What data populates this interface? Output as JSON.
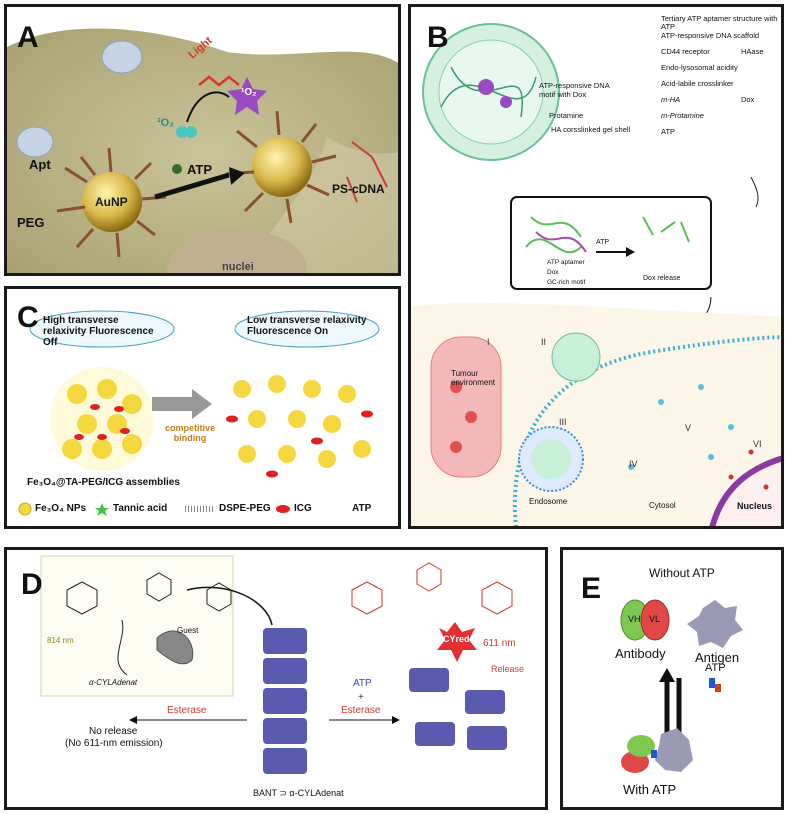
{
  "panels": {
    "A": {
      "label": "A",
      "light": "Light",
      "singlet_oxygen": "¹O₂",
      "triplet_oxygen": "³O₂",
      "apt": "Apt",
      "peg": "PEG",
      "aunp": "AuNP",
      "atp": "ATP",
      "ps_cdna": "PS-cDNA",
      "nuclei": "nuclei"
    },
    "B": {
      "label": "B",
      "legend": [
        "Tertiary ATP aptamer structure with ATP",
        "ATP-responsive DNA scaffold",
        "CD44 receptor",
        "HAase",
        "Endo-lysosomal acidity",
        "Acid-labile crosslinker",
        "m-HA",
        "Dox",
        "m-Protamine",
        "ATP"
      ],
      "callouts": {
        "dox_motif": "ATP-responsive DNA motif with Dox",
        "protamine": "Protamine",
        "gel_shell": "HA corsslinked gel shell"
      },
      "inset": {
        "atp": "ATP",
        "aptamer": "ATP aptamer",
        "dox": "Dox",
        "gc_motif": "GC-rich motif",
        "release": "Dox release"
      },
      "steps": [
        "I",
        "II",
        "III",
        "IV",
        "V",
        "VI"
      ],
      "tumour": "Tumour environment",
      "endosome": "Endosome",
      "cytosol": "Cytosol",
      "nucleus": "Nucleus"
    },
    "C": {
      "label": "C",
      "left_cloud": "High transverse relaxivity Fluorescence Off",
      "right_cloud": "Low transverse relaxivity Fluorescence On",
      "competitive": "competitive binding",
      "assembly": "Fe₃O₄@TA-PEG/ICG  assemblies",
      "legend": [
        "Fe₃O₄ NPs",
        "Tannic acid",
        "DSPE-PEG",
        "ICG",
        "ATP"
      ]
    },
    "D": {
      "label": "D",
      "nm814": "814 nm",
      "guest": "Guest",
      "alpha_cy": "α-CYLAdenat",
      "esterase_left": "Esterase",
      "no_release": "No release",
      "no_emission": "(No 611-nm emission)",
      "atp": "ATP",
      "plus": "+",
      "esterase_right": "Esterase",
      "cy_red": "CYred",
      "nm611": "611 nm",
      "release": "Release",
      "bottom": "BANT ⊃ α-CYLAdenat"
    },
    "E": {
      "label": "E",
      "without": "Without ATP",
      "vh": "VH",
      "vl": "VL",
      "antibody": "Antibody",
      "antigen": "Antigen",
      "atp": "ATP",
      "with": "With ATP"
    }
  },
  "colors": {
    "cell": "#b9b48c",
    "gold": "#d8b84a",
    "red_text": "#d23a2a",
    "olive": "#7a8a30",
    "cyan": "#3cc4d8",
    "purple": "#7a3aa0",
    "tube": "#5a5ab0",
    "orange": "#d08030"
  }
}
